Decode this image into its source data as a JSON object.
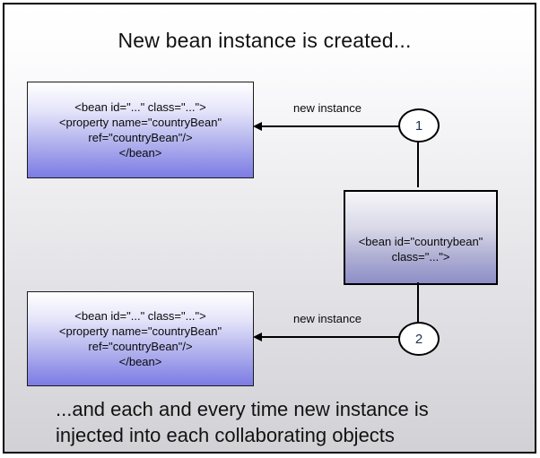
{
  "diagram": {
    "title": "New bean instance is created...",
    "footer": {
      "line1": "...and each and every time new instance is",
      "line2": "injected into each collaborating objects"
    },
    "top_left_box": {
      "line1": "<bean id=\"...\" class=\"...\">",
      "line2": "<property name=\"countryBean\"",
      "line3": "ref=\"countryBean\"/>",
      "line4": "</bean>"
    },
    "bottom_left_box": {
      "line1": "<bean id=\"...\" class=\"...\">",
      "line2": "<property name=\"countryBean\"",
      "line3": "ref=\"countryBean\"/>",
      "line4": "</bean>"
    },
    "middle_box": {
      "line1": "<bean id=\"countrybean\"",
      "line2": "class=\"...\">"
    },
    "arrow1": {
      "label": "new instance",
      "badge": "1"
    },
    "arrow2": {
      "label": "new instance",
      "badge": "2"
    },
    "colors": {
      "frame_border": "#000000",
      "background_top": "#ffffff",
      "background_bottom": "#d2d2d6",
      "left_box_gradient_top": "#ffffff",
      "left_box_gradient_bottom": "#7b7be4",
      "middle_box_gradient_top": "#f6f6f8",
      "middle_box_gradient_bottom": "#8e8ec8",
      "badge_number": "#223355",
      "text": "#121212"
    }
  }
}
